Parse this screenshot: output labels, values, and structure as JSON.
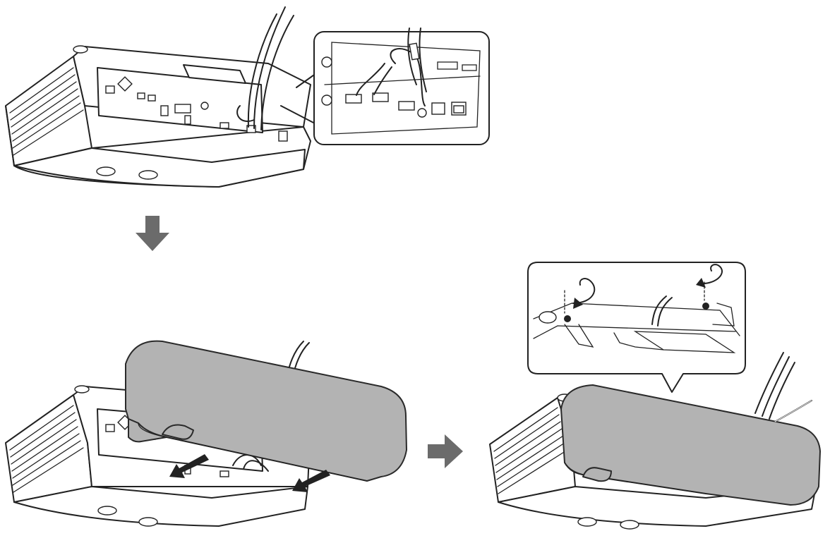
{
  "diagram": {
    "steps": [
      {
        "id": "step-1",
        "description": "cables-routed-through-clamp"
      },
      {
        "id": "step-2",
        "description": "cable-cover-attach"
      },
      {
        "id": "step-3",
        "description": "cover-screws-tightened"
      }
    ],
    "colors": {
      "cover_fill": "#b3b3b3",
      "flow_arrow": "#6b6b6b",
      "line": "#222222",
      "background": "#ffffff"
    },
    "icons": [
      "down-arrow-icon",
      "right-arrow-icon",
      "rotate-arrow-icon",
      "slide-arrow-icon"
    ]
  }
}
